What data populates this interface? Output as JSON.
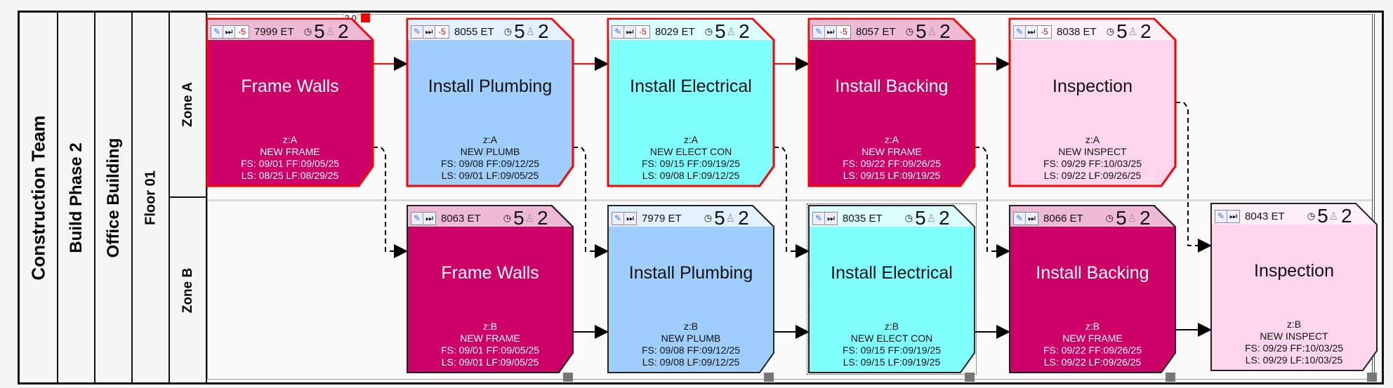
{
  "hierarchy": {
    "team": "Construction Team",
    "phase": "Build Phase 2",
    "building": "Office Building",
    "floor": "Floor 01",
    "zones": [
      "Zone A",
      "Zone B"
    ]
  },
  "first_card_badge": "3,0",
  "colors": {
    "critical_border": "#ff0000",
    "normal_border": "#222222",
    "frame": "#cc0066",
    "plumb": "#9fcdfc",
    "elect": "#80ffff",
    "inspect": "#fdd5ec"
  },
  "cards": [
    {
      "id": "7999 ET",
      "lag": "-5",
      "duration": "5",
      "crew": "2",
      "title": "Frame Walls",
      "zone": "z:A",
      "code": "NEW FRAME",
      "fs": "FS: 09/01 FF:09/05/25",
      "ls": "LS: 08/25 LF:08/29/25",
      "type": "frame",
      "critical": true
    },
    {
      "id": "8055 ET",
      "lag": "-5",
      "duration": "5",
      "crew": "2",
      "title": "Install Plumbing",
      "zone": "z:A",
      "code": "NEW PLUMB",
      "fs": "FS: 09/08 FF:09/12/25",
      "ls": "LS: 09/01 LF:09/05/25",
      "type": "plumb",
      "critical": true
    },
    {
      "id": "8029 ET",
      "lag": "-5",
      "duration": "5",
      "crew": "2",
      "title": "Install Electrical",
      "zone": "z:A",
      "code": "NEW ELECT CON",
      "fs": "FS: 09/15 FF:09/19/25",
      "ls": "LS: 09/08 LF:09/12/25",
      "type": "elect",
      "critical": true
    },
    {
      "id": "8057 ET",
      "lag": "-5",
      "duration": "5",
      "crew": "2",
      "title": "Install Backing",
      "zone": "z:A",
      "code": "NEW FRAME",
      "fs": "FS: 09/22 FF:09/26/25",
      "ls": "LS: 09/15 LF:09/19/25",
      "type": "frame",
      "critical": true
    },
    {
      "id": "8038 ET",
      "lag": "-5",
      "duration": "5",
      "crew": "2",
      "title": "Inspection",
      "zone": "z:A",
      "code": "NEW INSPECT",
      "fs": "FS: 09/29 FF:10/03/25",
      "ls": "LS: 09/22 LF:09/26/25",
      "type": "inspect",
      "critical": true
    },
    {
      "id": "8063 ET",
      "lag": "",
      "duration": "5",
      "crew": "2",
      "title": "Frame Walls",
      "zone": "z:B",
      "code": "NEW FRAME",
      "fs": "FS: 09/01 FF:09/05/25",
      "ls": "LS: 09/01 LF:09/05/25",
      "type": "frame",
      "critical": false
    },
    {
      "id": "7979 ET",
      "lag": "",
      "duration": "5",
      "crew": "2",
      "title": "Install Plumbing",
      "zone": "z:B",
      "code": "NEW PLUMB",
      "fs": "FS: 09/08 FF:09/12/25",
      "ls": "LS: 09/08 LF:09/12/25",
      "type": "plumb",
      "critical": false
    },
    {
      "id": "8035 ET",
      "lag": "",
      "duration": "5",
      "crew": "2",
      "title": "Install Electrical",
      "zone": "z:B",
      "code": "NEW ELECT CON",
      "fs": "FS: 09/15 FF:09/19/25",
      "ls": "LS: 09/15 LF:09/19/25",
      "type": "elect",
      "critical": false,
      "selected": true
    },
    {
      "id": "8066 ET",
      "lag": "",
      "duration": "5",
      "crew": "2",
      "title": "Install Backing",
      "zone": "z:B",
      "code": "NEW FRAME",
      "fs": "FS: 09/22 FF:09/26/25",
      "ls": "LS: 09/22 LF:09/26/25",
      "type": "frame",
      "critical": false
    },
    {
      "id": "8043 ET",
      "lag": "",
      "duration": "5",
      "crew": "2",
      "title": "Inspection",
      "zone": "z:B",
      "code": "NEW INSPECT",
      "fs": "FS: 09/29 FF:10/03/25",
      "ls": "LS: 09/29 LF:10/03/25",
      "type": "inspect",
      "critical": false
    }
  ]
}
